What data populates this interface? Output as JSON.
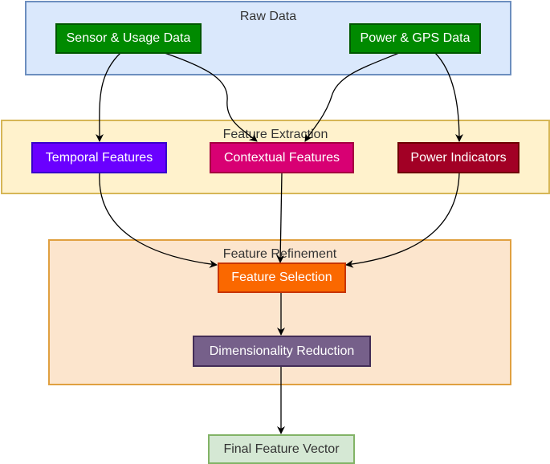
{
  "groups": {
    "raw": {
      "title": "Raw Data"
    },
    "extraction": {
      "title": "Feature Extraction"
    },
    "refinement": {
      "title": "Feature Refinement"
    }
  },
  "nodes": {
    "sensor_usage": {
      "label": "Sensor & Usage Data"
    },
    "power_gps": {
      "label": "Power & GPS Data"
    },
    "temporal": {
      "label": "Temporal Features"
    },
    "contextual": {
      "label": "Contextual Features"
    },
    "power_indicators": {
      "label": "Power Indicators"
    },
    "selection": {
      "label": "Feature Selection"
    },
    "dim_reduction": {
      "label": "Dimensionality Reduction"
    },
    "final_vector": {
      "label": "Final Feature Vector"
    }
  },
  "colors": {
    "raw_fill": "#dae8fc",
    "raw_stroke": "#6c8ebf",
    "extraction_fill": "#fff2cc",
    "extraction_stroke": "#d6b656",
    "refinement_fill": "#fce5cd",
    "refinement_stroke": "#e0a040",
    "green": "#008a00",
    "purple": "#6a00ff",
    "pink": "#d80073",
    "maroon": "#a20025",
    "orange": "#fa6800",
    "violet": "#76608a",
    "final_fill": "#d5e8d4",
    "final_stroke": "#82b366"
  }
}
